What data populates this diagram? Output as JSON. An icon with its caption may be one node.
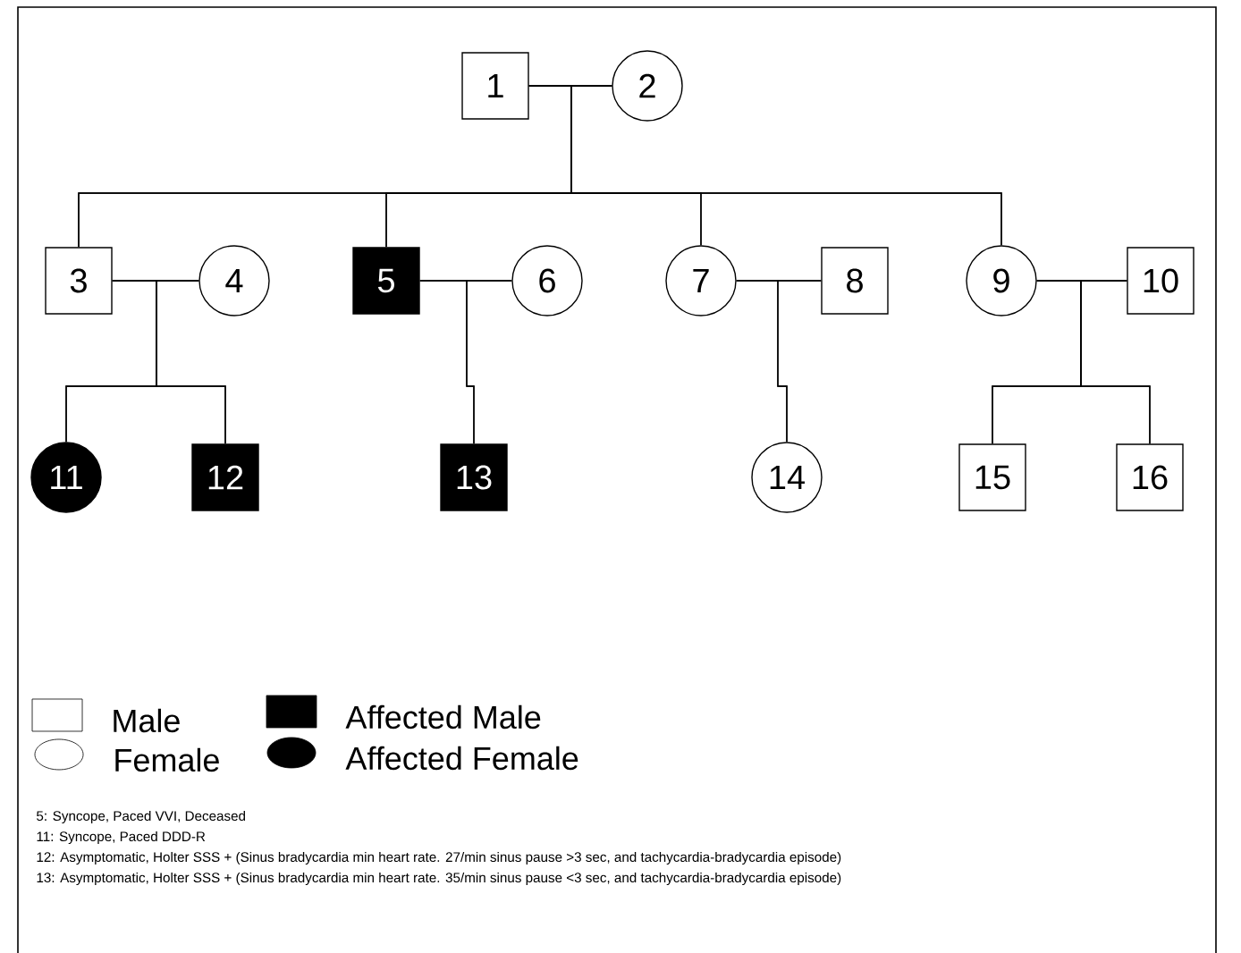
{
  "diagram": {
    "nodes": [
      {
        "text": [
          "1"
        ]
      },
      {
        "text": [
          "2"
        ]
      },
      {
        "text": [
          "3"
        ]
      },
      {
        "text": [
          "4"
        ]
      },
      {
        "text": [
          "5"
        ]
      },
      {
        "text": [
          "6"
        ]
      },
      {
        "text": [
          "7"
        ]
      },
      {
        "text": [
          "8"
        ]
      },
      {
        "text": [
          "9"
        ]
      },
      {
        "text": [
          "10"
        ]
      },
      {
        "text": [
          "11"
        ]
      },
      {
        "text": [
          "12"
        ]
      },
      {
        "text": [
          "13"
        ]
      },
      {
        "text": [
          "14"
        ]
      },
      {
        "text": [
          "15"
        ]
      },
      {
        "text": [
          "16"
        ]
      }
    ],
    "edges": [
      {
        "from": 0,
        "to": 1,
        "arrow": "none"
      },
      {
        "from": 0,
        "to": 2,
        "arrow": "none"
      },
      {
        "from": 0,
        "to": 4,
        "arrow": "none"
      },
      {
        "from": 0,
        "to": 6,
        "arrow": "none"
      },
      {
        "from": 0,
        "to": 8,
        "arrow": "none"
      },
      {
        "from": 1,
        "to": 2,
        "arrow": "none"
      },
      {
        "from": 1,
        "to": 4,
        "arrow": "none"
      },
      {
        "from": 1,
        "to": 6,
        "arrow": "none"
      },
      {
        "from": 1,
        "to": 8,
        "arrow": "none"
      },
      {
        "from": 2,
        "to": 3,
        "arrow": "none"
      },
      {
        "from": 4,
        "to": 5,
        "arrow": "none"
      },
      {
        "from": 6,
        "to": 7,
        "arrow": "none"
      },
      {
        "from": 8,
        "to": 9,
        "arrow": "none"
      },
      {
        "from": 2,
        "to": 10,
        "arrow": "none"
      },
      {
        "from": 2,
        "to": 11,
        "arrow": "none"
      },
      {
        "from": 3,
        "to": 10,
        "arrow": "none"
      },
      {
        "from": 3,
        "to": 11,
        "arrow": "none"
      },
      {
        "from": 4,
        "to": 12,
        "arrow": "none"
      },
      {
        "from": 5,
        "to": 12,
        "arrow": "none"
      },
      {
        "from": 6,
        "to": 13,
        "arrow": "none"
      },
      {
        "from": 7,
        "to": 13,
        "arrow": "none"
      },
      {
        "from": 8,
        "to": 14,
        "arrow": "none"
      },
      {
        "from": 8,
        "to": 15,
        "arrow": "none"
      },
      {
        "from": 9,
        "to": 14,
        "arrow": "none"
      },
      {
        "from": 9,
        "to": 15,
        "arrow": "none"
      }
    ],
    "labels": [
      "5: Syncope, Paced VVI, Deceased",
      "11: Syncope, Paced DDD-R",
      "12: Asymptomatic, Holter SSS + (Sinus bradycardia min heart rate. 27/min sinus pause >3 sec, and tachycardia-bradycardia episode)",
      "13: Asymptomatic, Holter SSS + (Sinus bradycardia min heart rate. 35/min sinus pause <3 sec, and tachycardia-bradycardia episode)"
    ],
    "legend": [
      {
        "text": "Male"
      },
      {
        "text": "Affected Male"
      },
      {
        "text": "Female"
      },
      {
        "text": "Affected Female"
      }
    ]
  }
}
